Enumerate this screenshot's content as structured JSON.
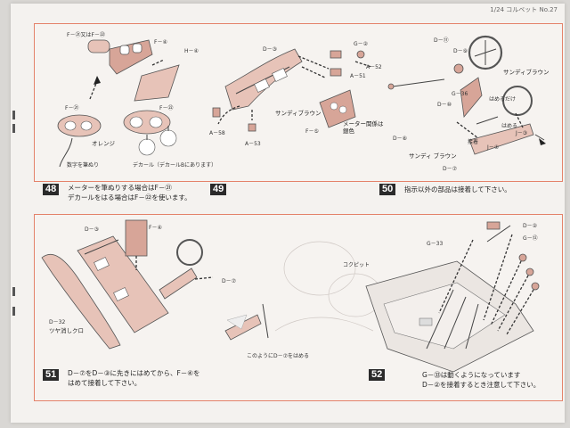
{
  "header": {
    "text": "1/24 コルベット No.27"
  },
  "steps": {
    "s48": {
      "number": "48",
      "text_line1": "メーターを筆ぬりする場合はF－㉑",
      "text_line2": "デカールをはる場合はF－㉒を使います。",
      "labels": {
        "f21_or_f22": "F－㉑又はF－㉒",
        "f4": "F－④",
        "h4": "H－④",
        "f21": "F－㉑",
        "f22": "F－㉒",
        "orange": "オレンジ",
        "numbers_paint": "数字を筆ぬり",
        "decal": "デカール（デカールBにあります）"
      }
    },
    "s49": {
      "number": "49",
      "labels": {
        "d3": "D－③",
        "g2": "G－②",
        "a52": "A－52",
        "a51": "A－51",
        "a53": "A－53",
        "a58": "A－58",
        "f5": "F－⑤",
        "sandy_brown": "サンディブラウン",
        "meter_related": "メーター関係は",
        "silver": "銀色"
      }
    },
    "s50": {
      "number": "50",
      "text": "指示以外の部品は接着して下さい。",
      "labels": {
        "d11": "D－⑪",
        "d9": "D－⑨",
        "g36": "G－36",
        "d10": "D－⑩",
        "d8": "D－⑧",
        "d7": "D－⑦",
        "j4": "J－④",
        "j3": "J－③",
        "sandy_brown_1": "サンディブラウン",
        "sandy_brown_2": "サンディ\nブラウン",
        "fit_only": "はめるだけ",
        "fit": "はめる",
        "glue": "接着"
      }
    },
    "s51": {
      "number": "51",
      "text_line1": "D－⑦をD－③に先きにはめてから、F－④を",
      "text_line2": "はめて接着して下さい。",
      "labels": {
        "d3": "D－③",
        "f4": "F－④",
        "d7": "D－⑦",
        "d32": "D－32",
        "gloss_black": "ツヤ消しクロ",
        "fit_d7": "このようにD－⑦をはめる"
      }
    },
    "s52": {
      "number": "52",
      "text_line1": "G－㉝は動くようになっています",
      "text_line2": "D－②を接着するとき注意して下さい。",
      "labels": {
        "g33": "G－33",
        "d2": "D－②",
        "g12": "G－⑫",
        "cockpit": "コクピット"
      }
    }
  }
}
